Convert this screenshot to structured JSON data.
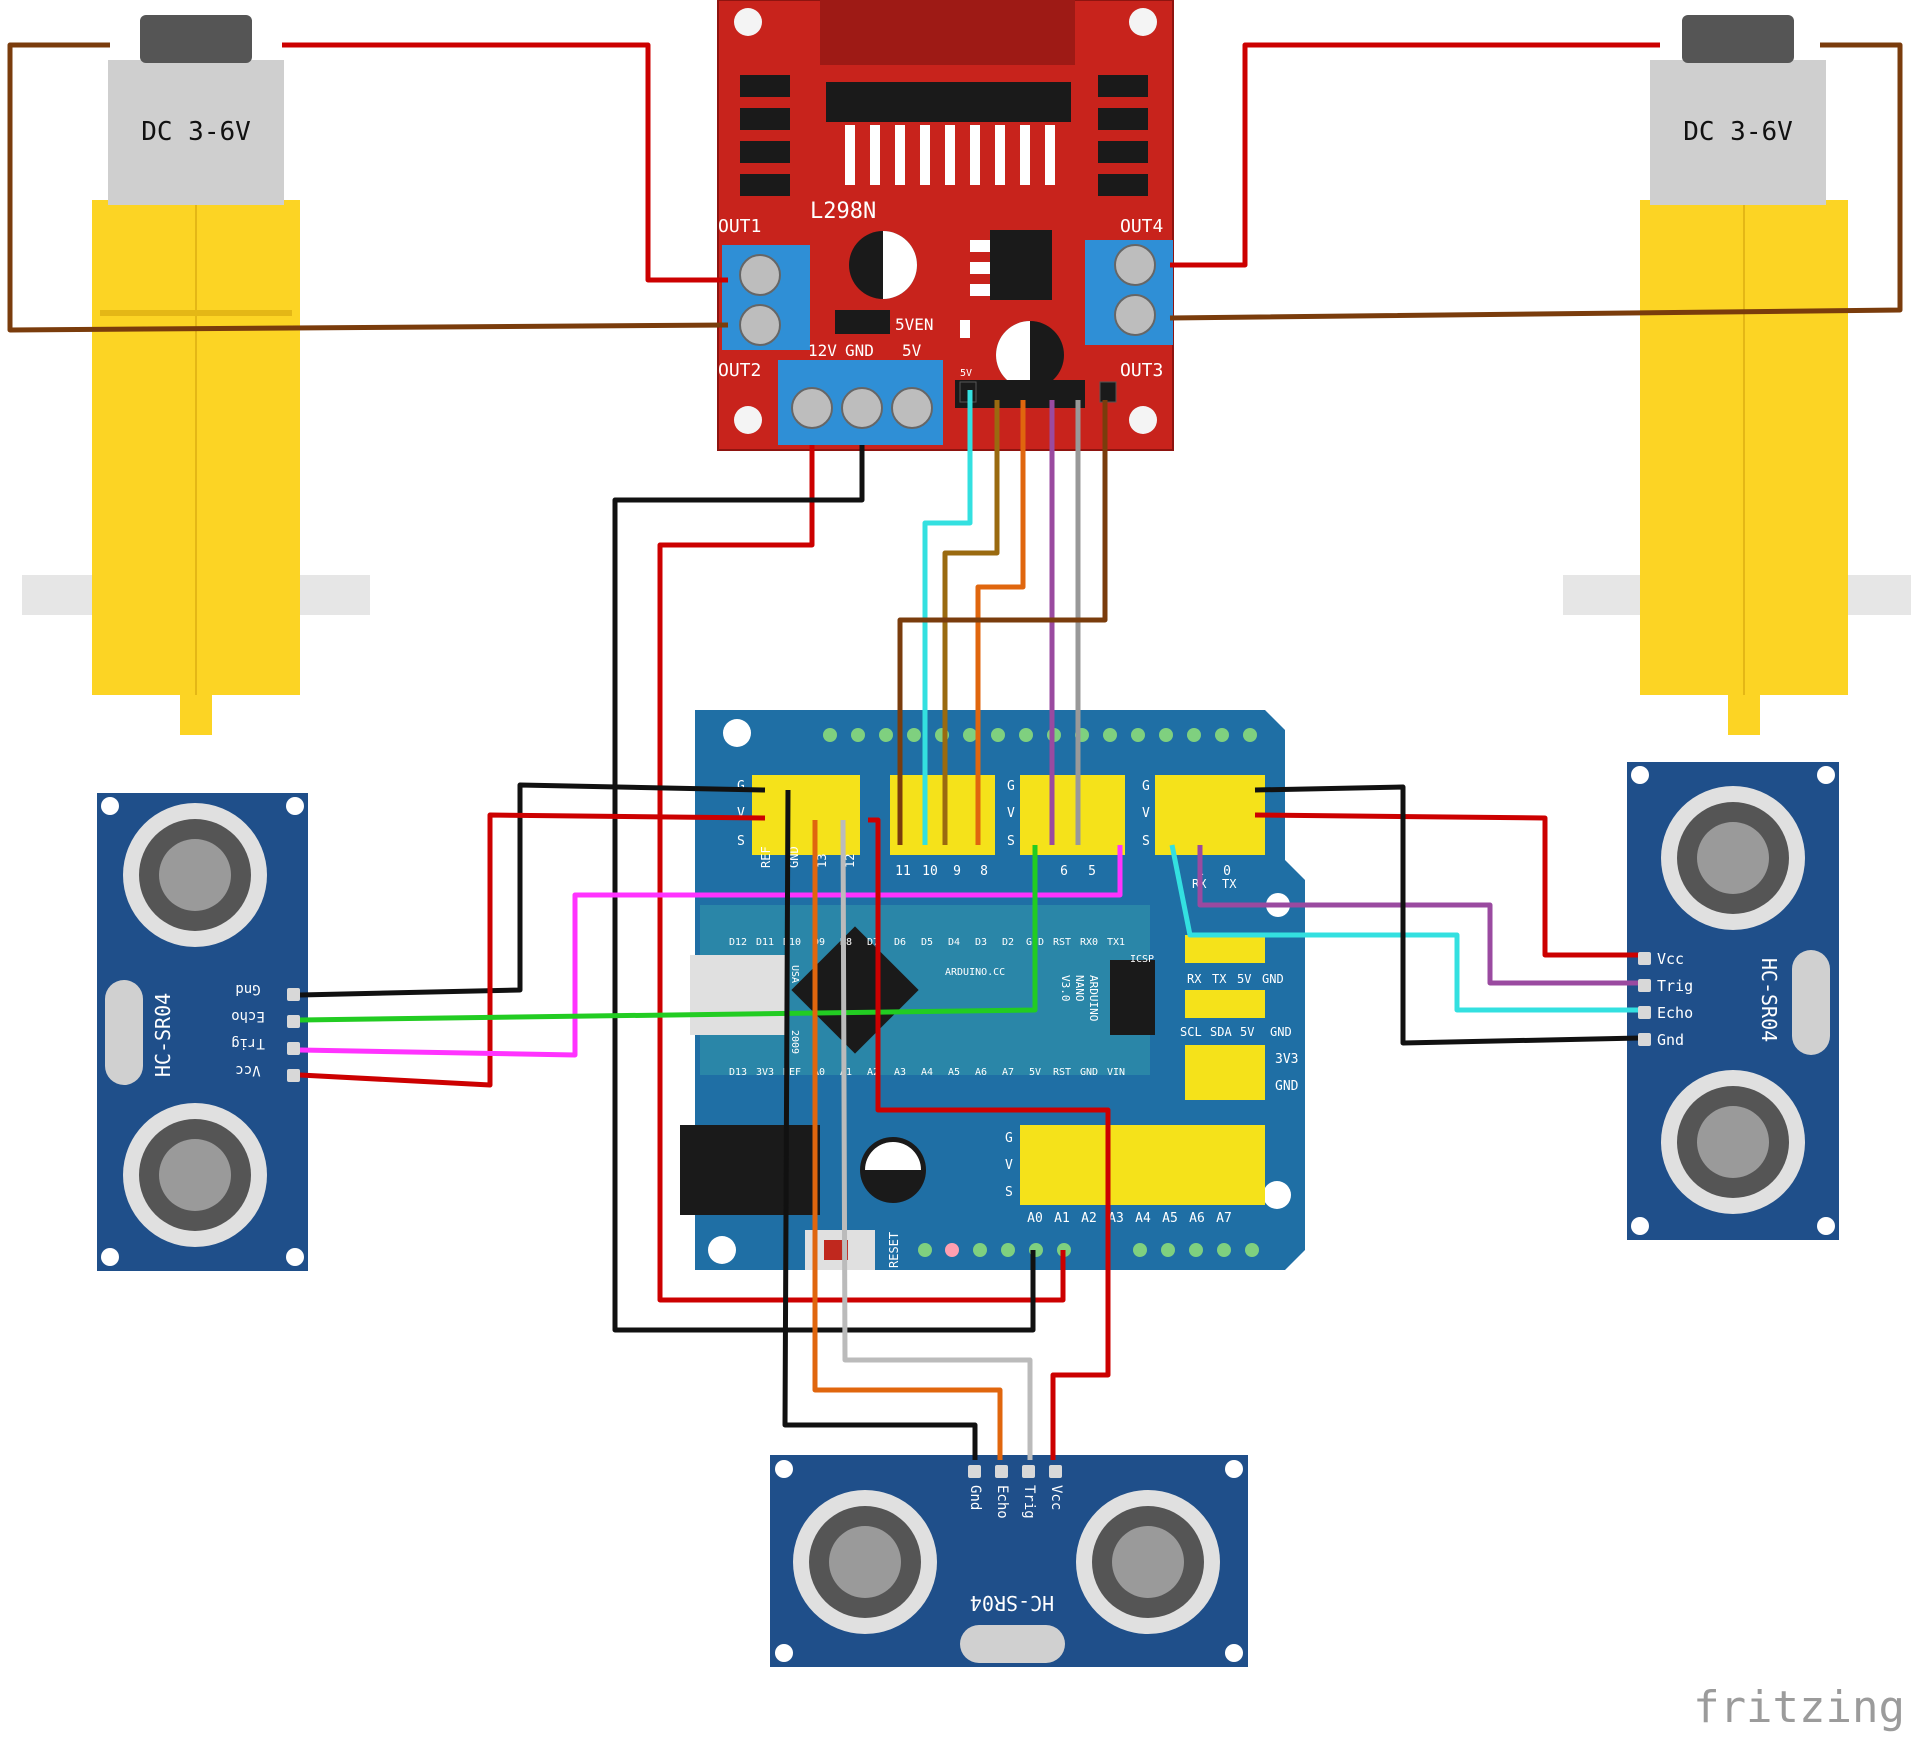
{
  "motor_left": {
    "label": "DC 3-6V"
  },
  "motor_right": {
    "label": "DC 3-6V"
  },
  "driver": {
    "name": "L298N",
    "out1": "OUT1",
    "out2": "OUT2",
    "out3": "OUT3",
    "out4": "OUT4",
    "v12": "12V",
    "gnd": "GND",
    "v5": "5V",
    "enable": "5VEN",
    "v5_small": "5V"
  },
  "shield": {
    "header_letters": [
      "G",
      "V",
      "S"
    ],
    "digital_left": [
      "REF",
      "GND",
      "13",
      "12"
    ],
    "digital_mid": [
      "11",
      "10",
      "9",
      "8"
    ],
    "digital_pwm": [
      "6",
      "5"
    ],
    "digital_serial": [
      "1",
      "0"
    ],
    "serial_sub": [
      "RX",
      "TX"
    ],
    "uart_labels": [
      "RX",
      "TX",
      "5V",
      "GND"
    ],
    "i2c_labels": [
      "SCL",
      "SDA",
      "5V",
      "GND"
    ],
    "power_labels": [
      "3V3",
      "GND"
    ],
    "analog_labels": [
      "A0",
      "A1",
      "A2",
      "A3",
      "A4",
      "A5",
      "A6",
      "A7"
    ],
    "reset_label": "RESET",
    "icsp_label": "ICSP",
    "usa_label": "USA",
    "year_label": "2009"
  },
  "nano": {
    "top_pins": [
      "D12",
      "D11",
      "D10",
      "D9",
      "D8",
      "D7",
      "D6",
      "D5",
      "D4",
      "D3",
      "D2",
      "GND",
      "RST",
      "RX0",
      "TX1"
    ],
    "bottom_pins": [
      "D13",
      "3V3",
      "REF",
      "A0",
      "A1",
      "A2",
      "A3",
      "A4",
      "A5",
      "A6",
      "A7",
      "5V",
      "RST",
      "GND",
      "VIN"
    ],
    "brand": "ARDUINO.CC",
    "model": [
      "ARDUINO",
      "NANO",
      "V3.0"
    ]
  },
  "sensor_left": {
    "model": "HC-SR04",
    "pins": [
      "Gnd",
      "Echo",
      "Trig",
      "Vcc"
    ]
  },
  "sensor_right": {
    "model": "HC-SR04",
    "pins": [
      "Vcc",
      "Trig",
      "Echo",
      "Gnd"
    ]
  },
  "sensor_bottom": {
    "model": "HC-SR04",
    "pins": [
      "Gnd",
      "Echo",
      "Trig",
      "Vcc"
    ]
  },
  "watermark": "fritzing",
  "colors": {
    "driver_board": "#c8231c",
    "shield_board": "#1f6fa5",
    "sensor_board": "#1f4f8a",
    "motor_yellow": "#f5c518",
    "wire_red": "#cc0000",
    "wire_black": "#111111",
    "wire_brown": "#7a3c0c",
    "wire_cyan": "#33e0e0",
    "wire_green": "#22cc22",
    "wire_magenta": "#ff33ff",
    "wire_orange": "#e0660e",
    "wire_purple": "#9a4aa0",
    "wire_gray": "#999999",
    "wire_olive": "#9a6a10"
  }
}
